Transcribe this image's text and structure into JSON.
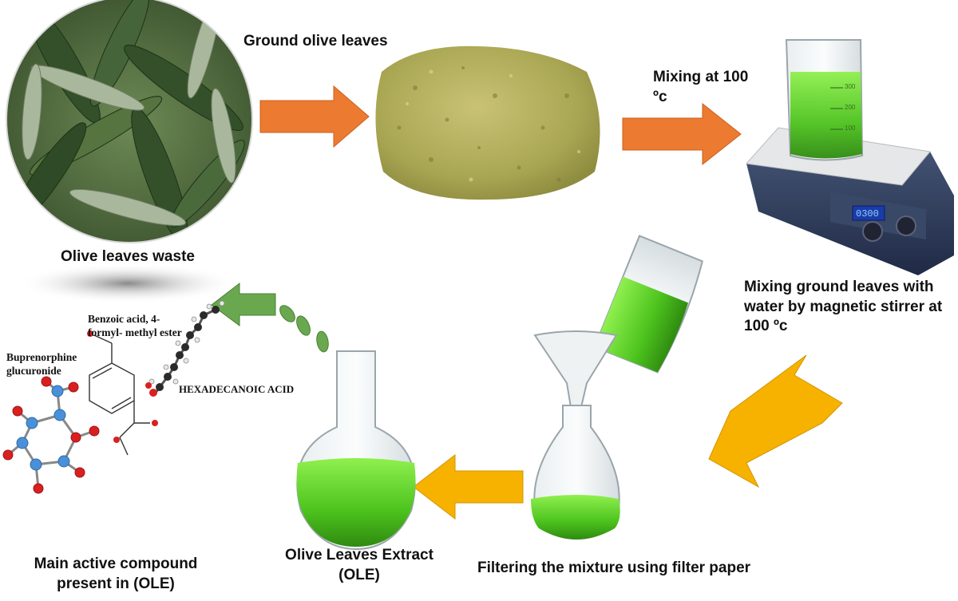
{
  "stages": [
    {
      "label": "Olive leaves waste"
    },
    {
      "label": "Ground olive leaves"
    },
    {
      "label": "Mixing at 100 ºc"
    },
    {
      "label": "Mixing  ground leaves with water  by magnetic stirrer at 100 ºc"
    },
    {
      "label": "Filtering the mixture using filter paper"
    },
    {
      "label": "Olive Leaves Extract (OLE)"
    },
    {
      "label": "Main active compound present in (OLE)"
    }
  ],
  "compounds": [
    {
      "name": "Benzoic acid, 4-formyl- methyl ester"
    },
    {
      "name": "Buprenorphine glucuronide"
    },
    {
      "name": "HEXADECANOIC ACID"
    }
  ],
  "device": {
    "display": "0300"
  },
  "beaker_scale": [
    "300",
    "200",
    "100"
  ],
  "colors": {
    "flow_arrow_1": "#ec7a31",
    "flow_arrow_2": "#f7b200",
    "return_arrow": "#6aa84f",
    "extract_green": "#5fd42b"
  }
}
